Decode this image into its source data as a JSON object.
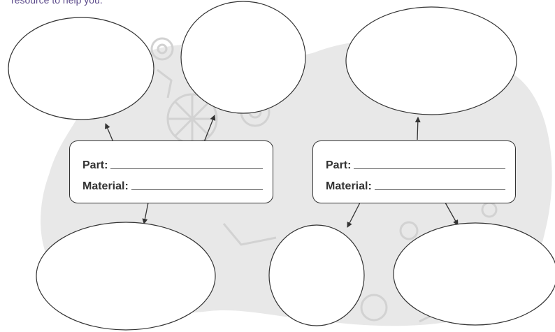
{
  "instruction": "resource to help you.",
  "cards": [
    {
      "part_label": "Part:",
      "material_label": "Material:"
    },
    {
      "part_label": "Part:",
      "material_label": "Material:"
    }
  ],
  "colors": {
    "instruction_text": "#5b4a8a",
    "background_blob": "#e8e8e8",
    "outline": "#333333"
  }
}
